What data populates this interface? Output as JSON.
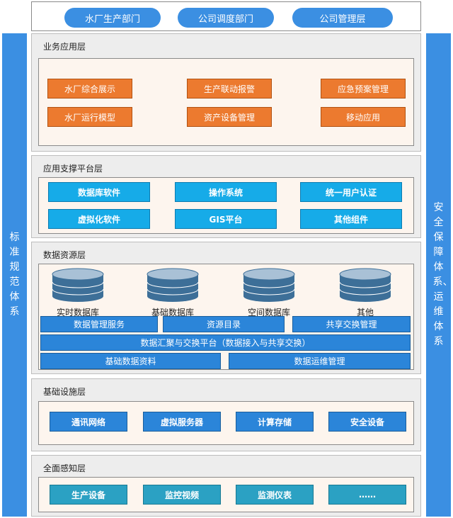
{
  "top": {
    "pills": [
      "水厂生产部门",
      "公司调度部门",
      "公司管理层"
    ]
  },
  "left_side": "标准规范体系",
  "right_side": "安全保障体系、运维体系",
  "business": {
    "title": "业务应用层",
    "items": [
      "水厂综合展示",
      "生产联动报警",
      "应急预案管理",
      "水厂运行模型",
      "资产设备管理",
      "移动应用"
    ]
  },
  "support": {
    "title": "应用支撑平台层",
    "items": [
      "数据库软件",
      "操作系统",
      "统一用户认证",
      "虚拟化软件",
      "GIS平台",
      "其他组件"
    ]
  },
  "data": {
    "title": "数据资源层",
    "databases": [
      "实时数据库",
      "基础数据库",
      "空间数据库",
      "其他"
    ],
    "row1": [
      "数据管理服务",
      "资源目录",
      "共享交换管理"
    ],
    "platform": "数据汇聚与交换平台（数据接入与共享交换）",
    "row3": [
      "基础数据资料",
      "数据运维管理"
    ]
  },
  "infra": {
    "title": "基础设施层",
    "items": [
      "通讯网络",
      "虚拟服务器",
      "计算存储",
      "安全设备"
    ]
  },
  "perception": {
    "title": "全面感知层",
    "items": [
      "生产设备",
      "监控视频",
      "监测仪表",
      "……"
    ]
  },
  "colors": {
    "side_blue": "#3b8fe2",
    "orange": "#ec7a2f",
    "cyan": "#16abe8",
    "blue": "#2b85d9",
    "teal": "#2ba1c3"
  }
}
